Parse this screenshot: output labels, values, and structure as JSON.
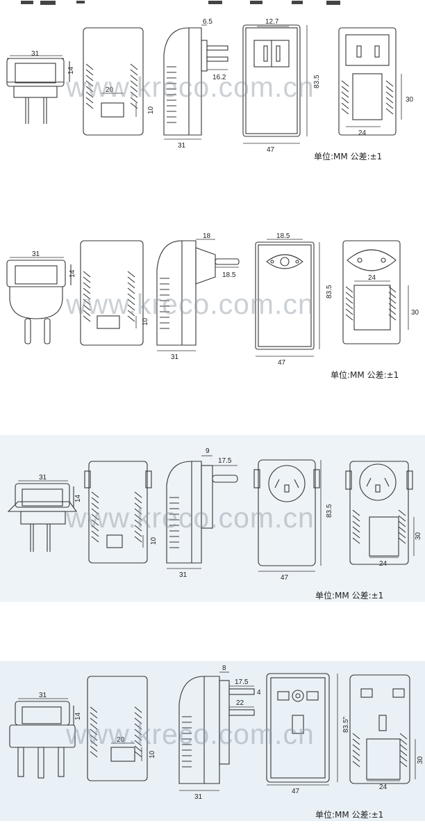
{
  "watermark": "www.kreco.com.cn",
  "unit_note": "单位:MM  公差:±1",
  "panels": [
    {
      "id": "us-plug",
      "bg": "#ffffff",
      "dims": {
        "side_width": "31",
        "side_height": "14",
        "window_width": "20",
        "window_height": "10",
        "plug_offset": "6.5",
        "plug_length": "16.2",
        "body_depth": "31",
        "face_top": "12.7",
        "face_height": "83.5",
        "face_width": "47",
        "back_height": "30",
        "back_width": "24"
      }
    },
    {
      "id": "eu-plug",
      "bg": "#ffffff",
      "dims": {
        "side_width": "31",
        "side_height": "14",
        "window_height": "10",
        "plug_offset": "18",
        "plug_length": "18.5",
        "body_depth": "31",
        "face_top": "18.5",
        "face_height": "83.5",
        "face_width": "47",
        "back_height": "30",
        "back_width": "24"
      }
    },
    {
      "id": "au-plug",
      "bg": "#eef3f7",
      "dims": {
        "side_width": "31",
        "side_height": "14",
        "window_height": "10",
        "plug_offset": "9",
        "plug_length": "17.5",
        "body_depth": "31",
        "face_height": "83.5",
        "face_width": "47",
        "back_height": "30",
        "back_width": "24"
      }
    },
    {
      "id": "uk-plug",
      "bg": "#e9f1f7",
      "dims": {
        "side_width": "31",
        "side_height": "14",
        "window_width": "20",
        "window_height": "10",
        "plug_offset": "8",
        "plug_length": "17.5",
        "pin_thickness": "4",
        "pin_length": "22",
        "body_depth": "31",
        "face_height": "83.5\"",
        "face_width": "47",
        "back_height": "30",
        "back_width": "24"
      }
    }
  ]
}
